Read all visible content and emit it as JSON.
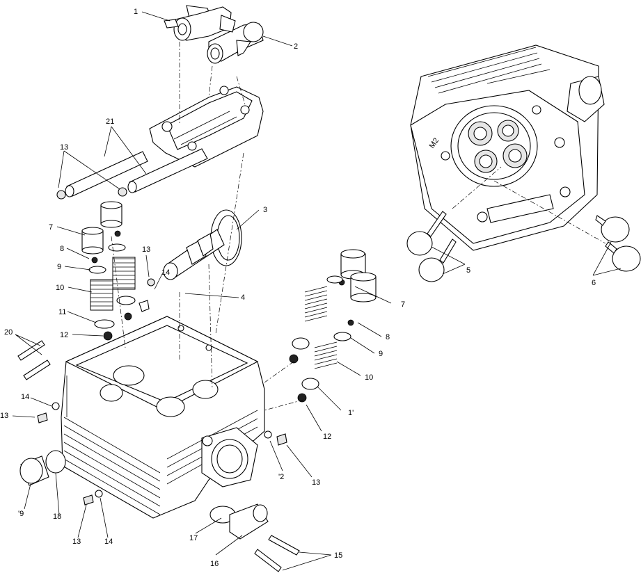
{
  "callouts": {
    "c1": "1",
    "c2": "2",
    "c3": "3",
    "c4": "4",
    "c5": "5",
    "c6": "6",
    "c7a": "7",
    "c7b": "7",
    "c8a": "8",
    "c8b": "8",
    "c9a": "9",
    "c9b": "9",
    "c10a": "10",
    "c10b": "10",
    "c11a": "11",
    "c11b": "1'",
    "c12a": "12",
    "c12b": "12",
    "c13a": "13",
    "c13b": "13",
    "c13c": "13",
    "c13d": "13",
    "c13e": "13",
    "c14a": "14",
    "c14b": "14",
    "c14c": "14",
    "c14d": "'2",
    "c15": "15",
    "c16": "16",
    "c17": "17",
    "c18": "18",
    "c19": "'9",
    "c20": "20",
    "c21": "21"
  },
  "head_marking": "M2"
}
